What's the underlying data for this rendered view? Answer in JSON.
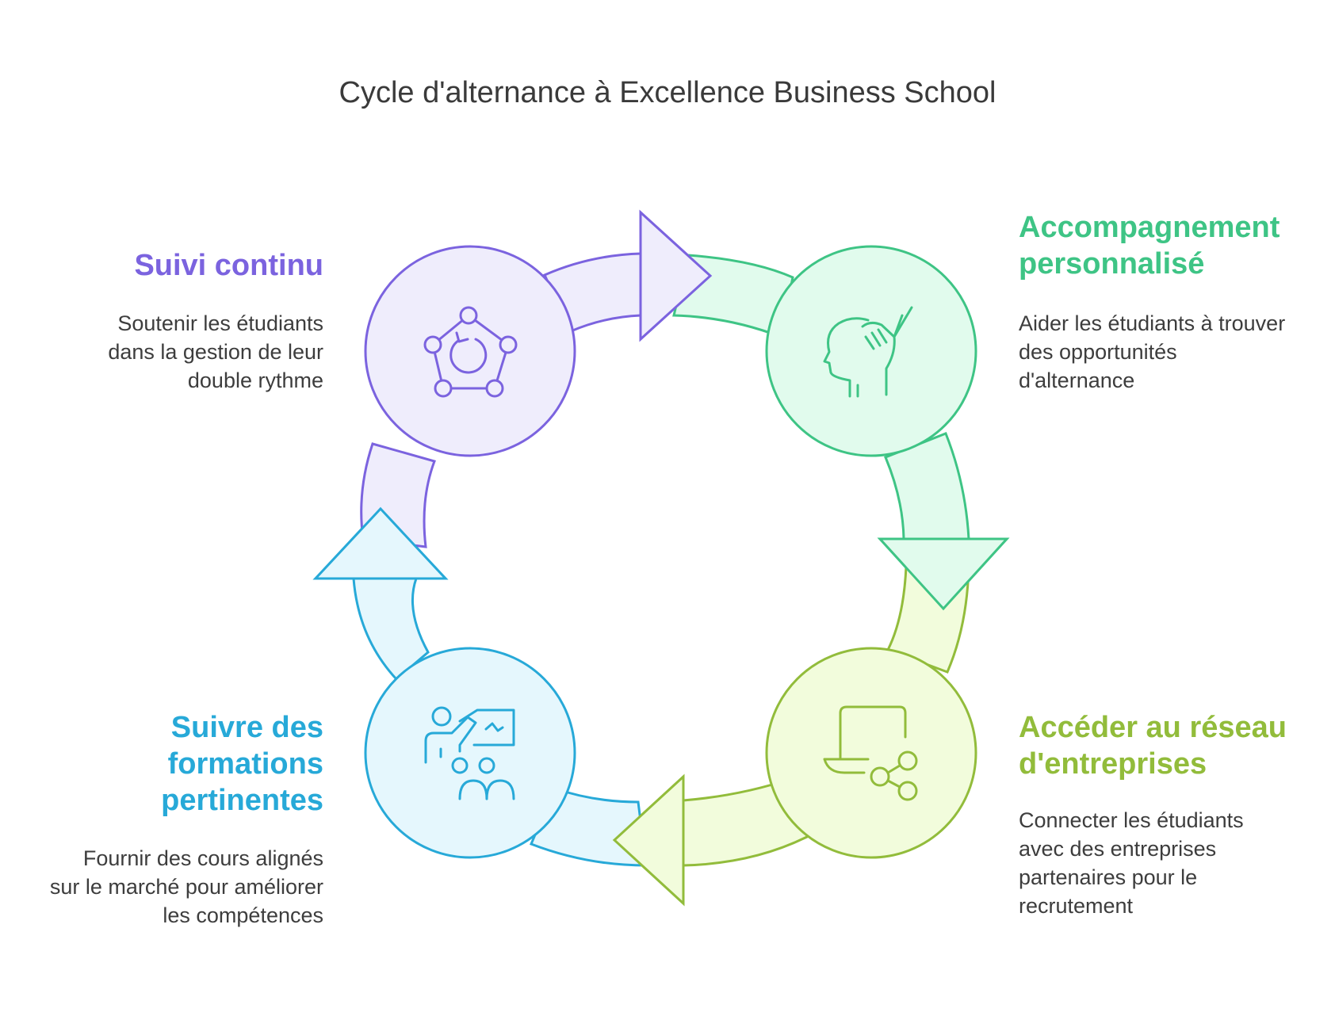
{
  "title": "Cycle d'alternance à Excellence Business School",
  "steps": [
    {
      "id": "suivi",
      "title": "Suivi continu",
      "description": "Soutenir les étudiants dans la gestion de leur double rythme",
      "icon": "cycle-network-icon",
      "stroke": "#7b63df",
      "fill": "#efedfc"
    },
    {
      "id": "accompagnement",
      "title": "Accompagnement personnalisé",
      "description": "Aider les étudiants à trouver des opportunités d'alternance",
      "icon": "head-hand-support-icon",
      "stroke": "#3ec485",
      "fill": "#e1fbed"
    },
    {
      "id": "reseau",
      "title": "Accéder au réseau d'entreprises",
      "description": "Connecter les étudiants avec des entreprises partenaires pour le recrutement",
      "icon": "laptop-share-icon",
      "stroke": "#92bc3b",
      "fill": "#f2fcdc"
    },
    {
      "id": "formations",
      "title": "Suivre des formations pertinentes",
      "description": "Fournir des cours alignés sur le marché pour améliorer les compétences",
      "icon": "teacher-presentation-icon",
      "stroke": "#27a9d8",
      "fill": "#e5f7fd"
    }
  ]
}
